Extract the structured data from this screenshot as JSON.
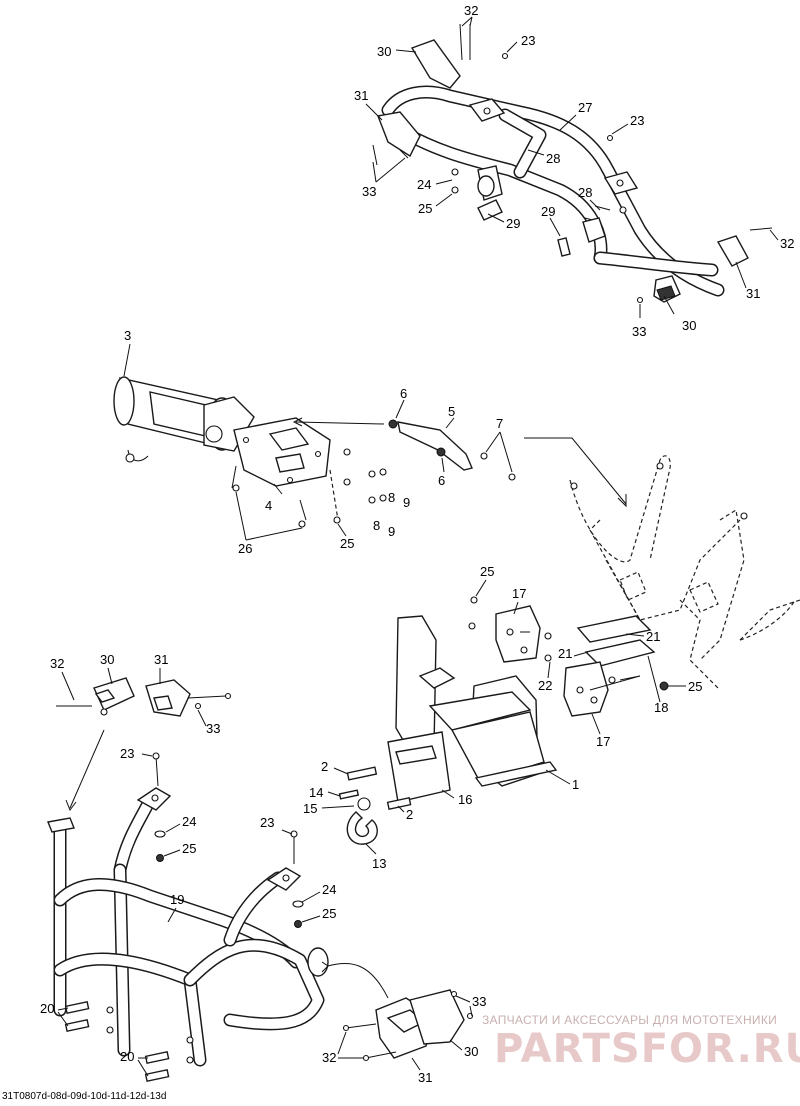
{
  "callouts": {
    "c32a": "32",
    "c23a": "23",
    "c30a": "30",
    "c31a": "31",
    "c27": "27",
    "c23b": "23",
    "c28a": "28",
    "c24a": "24",
    "c33a": "33",
    "c25a": "25",
    "c29a": "29",
    "c28b": "28",
    "c29b": "29",
    "c32b": "32",
    "c31b": "31",
    "c33b": "33",
    "c30b": "30",
    "c3": "3",
    "c6a": "6",
    "c5": "5",
    "c7": "7",
    "c6b": "6",
    "c8a": "8",
    "c9a": "9",
    "c4": "4",
    "c8b": "8",
    "c9b": "9",
    "c26": "26",
    "c25b": "25",
    "c25c": "25",
    "c17a": "17",
    "c21a": "21",
    "c21b": "21",
    "c22": "22",
    "c25d": "25",
    "c18": "18",
    "c17b": "17",
    "c32c": "32",
    "c30c": "30",
    "c31c": "31",
    "c33c": "33",
    "c23c": "23",
    "c24b": "24",
    "c25e": "25",
    "c19": "19",
    "c23d": "23",
    "c24c": "24",
    "c25f": "25",
    "c2a": "2",
    "c14": "14",
    "c15": "15",
    "c2b": "2",
    "c16": "16",
    "c1": "1",
    "c13": "13",
    "c20a": "20",
    "c20b": "20",
    "c33d": "33",
    "c32d": "32",
    "c31d": "31",
    "c30d": "30"
  },
  "footer": {
    "code": "31T0807d-08d-09d-10d-11d-12d-13d"
  },
  "watermark": {
    "caption": "ЗАПЧАСТИ И АКСЕССУАРЫ ДЛЯ МОТОТЕХНИКИ",
    "logo": "PARTSFOR.RU"
  }
}
